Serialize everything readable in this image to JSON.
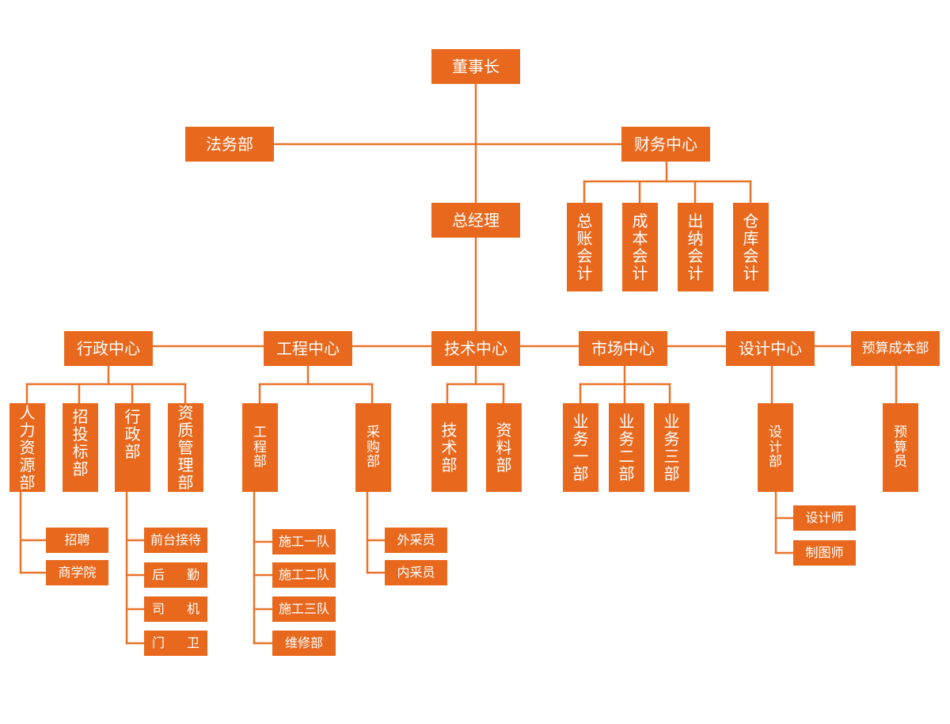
{
  "colors": {
    "box": "#E8691E",
    "line": "#E8742A",
    "text": "#ffffff"
  },
  "nodes": {
    "chairman": "董事长",
    "legal": "法务部",
    "finance_center": "财务中心",
    "general_ledger": "总账会计",
    "cost_accounting": "成本会计",
    "cashier": "出纳会计",
    "warehouse_accounting": "仓库会计",
    "general_manager": "总经理",
    "admin_center": "行政中心",
    "engineering_center": "工程中心",
    "tech_center": "技术中心",
    "market_center": "市场中心",
    "design_center": "设计中心",
    "budget_cost_dept": "预算成本部",
    "hr_dept": "人力资源部",
    "bidding_dept": "招投标部",
    "admin_dept": "行政部",
    "qualification_dept": "资质管理部",
    "engineering_dept": "工程部",
    "purchasing_dept": "采购部",
    "tech_dept": "技术部",
    "data_dept": "资料部",
    "business_1": "业务一部",
    "business_2": "业务二部",
    "business_3": "业务三部",
    "design_dept": "设计部",
    "budgeter": "预算员",
    "recruitment": "招聘",
    "business_school": "商学院",
    "reception": "前台接待",
    "logistics": [
      "后",
      "勤"
    ],
    "driver": [
      "司",
      "机"
    ],
    "guard": [
      "门",
      "卫"
    ],
    "team_1": "施工一队",
    "team_2": "施工二队",
    "team_3": "施工三队",
    "maintenance": "维修部",
    "external_buyer": "外采员",
    "internal_buyer": "内采员",
    "designer": "设计师",
    "draftsman": "制图师"
  }
}
